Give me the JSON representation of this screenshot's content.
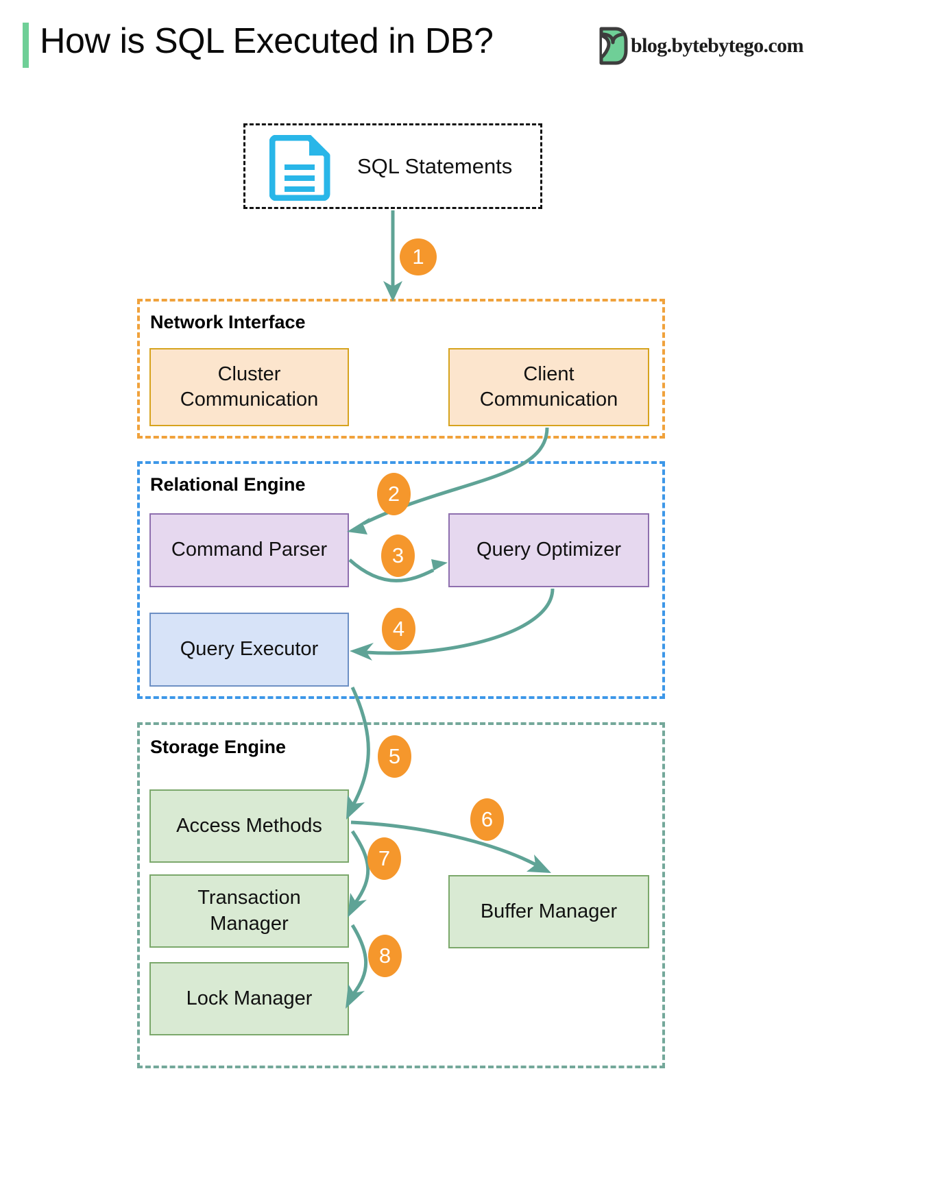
{
  "header": {
    "title": "How is SQL Executed in DB?",
    "brand": "blog.bytebytego.com",
    "logo_icon": "bytebytego-logo-icon",
    "accent_color": "#6fcf97"
  },
  "input": {
    "label": "SQL Statements",
    "icon": "document-icon",
    "icon_color": "#29b6e8"
  },
  "sections": [
    {
      "id": "network-interface",
      "label": "Network Interface",
      "border_color": "#f0a23c",
      "nodes": [
        {
          "id": "cluster-communication",
          "label": "Cluster\nCommunication",
          "fill": "#fce5cd",
          "stroke": "#d6a31e"
        },
        {
          "id": "client-communication",
          "label": "Client\nCommunication",
          "fill": "#fce5cd",
          "stroke": "#d6a31e"
        }
      ]
    },
    {
      "id": "relational-engine",
      "label": "Relational Engine",
      "border_color": "#3d97e8",
      "nodes": [
        {
          "id": "command-parser",
          "label": "Command Parser",
          "fill": "#e6d8ef",
          "stroke": "#8e6fae"
        },
        {
          "id": "query-optimizer",
          "label": "Query Optimizer",
          "fill": "#e6d8ef",
          "stroke": "#8e6fae"
        },
        {
          "id": "query-executor",
          "label": "Query Executor",
          "fill": "#d7e3f8",
          "stroke": "#6d8fc4"
        }
      ]
    },
    {
      "id": "storage-engine",
      "label": "Storage Engine",
      "border_color": "#74a89a",
      "nodes": [
        {
          "id": "access-methods",
          "label": "Access Methods",
          "fill": "#d9ead3",
          "stroke": "#7ba86b"
        },
        {
          "id": "transaction-manager",
          "label": "Transaction\nManager",
          "fill": "#d9ead3",
          "stroke": "#7ba86b"
        },
        {
          "id": "lock-manager",
          "label": "Lock Manager",
          "fill": "#d9ead3",
          "stroke": "#7ba86b"
        },
        {
          "id": "buffer-manager",
          "label": "Buffer Manager",
          "fill": "#d9ead3",
          "stroke": "#7ba86b"
        }
      ]
    }
  ],
  "steps": [
    {
      "n": "1",
      "from": "sql-statements",
      "to": "network-interface"
    },
    {
      "n": "2",
      "from": "client-communication",
      "to": "command-parser"
    },
    {
      "n": "3",
      "from": "command-parser",
      "to": "query-optimizer"
    },
    {
      "n": "4",
      "from": "query-optimizer",
      "to": "query-executor"
    },
    {
      "n": "5",
      "from": "query-executor",
      "to": "access-methods"
    },
    {
      "n": "6",
      "from": "access-methods",
      "to": "buffer-manager"
    },
    {
      "n": "7",
      "from": "access-methods",
      "to": "transaction-manager"
    },
    {
      "n": "8",
      "from": "transaction-manager",
      "to": "lock-manager"
    }
  ],
  "labels": {
    "network_interface": "Network Interface",
    "relational_engine": "Relational Engine",
    "storage_engine": "Storage Engine",
    "cluster_communication_l1": "Cluster",
    "cluster_communication_l2": "Communication",
    "client_communication_l1": "Client",
    "client_communication_l2": "Communication",
    "command_parser": "Command Parser",
    "query_optimizer": "Query Optimizer",
    "query_executor": "Query Executor",
    "access_methods": "Access Methods",
    "transaction_manager_l1": "Transaction",
    "transaction_manager_l2": "Manager",
    "lock_manager": "Lock Manager",
    "buffer_manager": "Buffer Manager",
    "sql_statements": "SQL Statements",
    "step1": "1",
    "step2": "2",
    "step3": "3",
    "step4": "4",
    "step5": "5",
    "step6": "6",
    "step7": "7",
    "step8": "8"
  },
  "colors": {
    "arrow": "#5fa396",
    "badge": "#f5972c",
    "accent": "#6fcf97"
  }
}
